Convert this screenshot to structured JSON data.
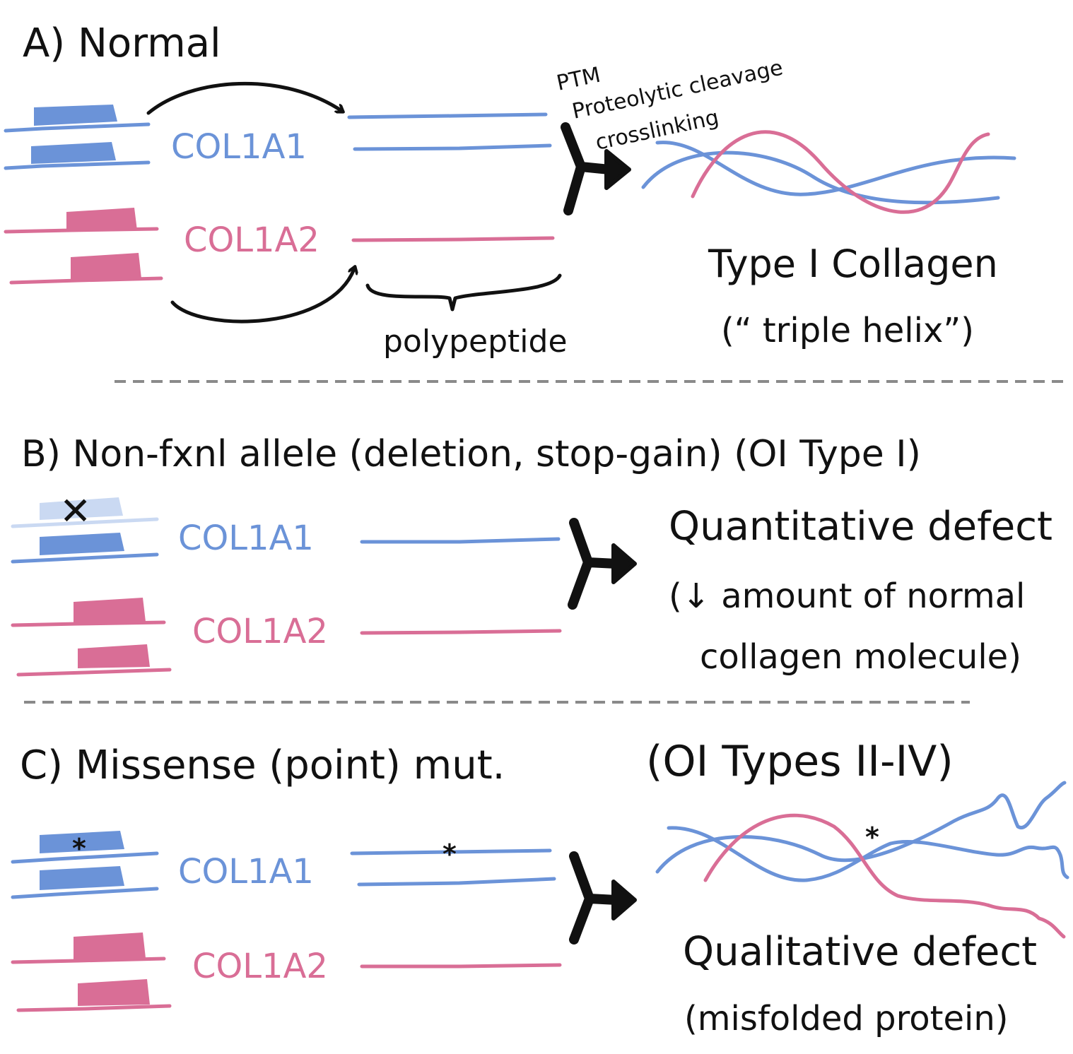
{
  "colors": {
    "col1a1": "#6b93d8",
    "col1a1_faded": "#cad9f2",
    "col1a2": "#d96e96",
    "ink": "#111111",
    "divider": "#8a8a8a"
  },
  "section_a": {
    "title": "A) Normal",
    "gene1": "COL1A1",
    "gene2": "COL1A2",
    "polypeptide_label": "polypeptide",
    "ptm_lines": [
      "PTM",
      "Proteolytic cleavage",
      "crosslinking"
    ],
    "product_title": "Type I Collagen",
    "product_subtitle": "(“ triple helix”)"
  },
  "section_b": {
    "title": "B) Non-fxnl allele (deletion, stop-gain) (OI Type I)",
    "gene1": "COL1A1",
    "gene2": "COL1A2",
    "defect_title": "Quantitative defect",
    "defect_line1": "(↓ amount of normal",
    "defect_line2": "collagen molecule)",
    "x_mark": "✕"
  },
  "section_c": {
    "title": "C) Missense (point) mut.",
    "types": "(OI Types II-IV)",
    "gene1": "COL1A1",
    "gene2": "COL1A2",
    "defect_title": "Qualitative defect",
    "defect_subtitle": "(misfolded protein)",
    "mutation_mark": "*"
  }
}
